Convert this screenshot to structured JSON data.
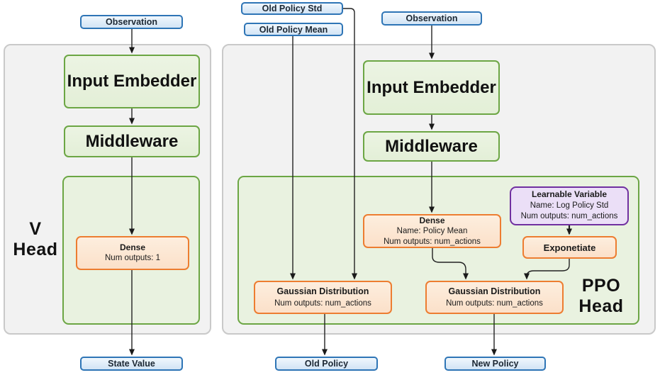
{
  "diagram": {
    "inputs": {
      "observation_left": "Observation",
      "old_policy_std": "Old Policy Std",
      "old_policy_mean": "Old Policy Mean",
      "observation_right": "Observation"
    },
    "outputs": {
      "state_value": "State Value",
      "old_policy": "Old Policy",
      "new_policy": "New Policy"
    },
    "v_head": {
      "label_line1": "V",
      "label_line2": "Head",
      "input_embedder": "Input Embedder",
      "middleware": "Middleware",
      "dense": {
        "title": "Dense",
        "num_outputs": "Num outputs: 1"
      }
    },
    "ppo_head": {
      "label_line1": "PPO",
      "label_line2": "Head",
      "input_embedder": "Input Embedder",
      "middleware": "Middleware",
      "dense": {
        "title": "Dense",
        "name": "Name: Policy Mean",
        "num_outputs": "Num outputs: num_actions"
      },
      "learnable_variable": {
        "title": "Learnable Variable",
        "name": "Name: Log Policy Std",
        "num_outputs": "Num outputs: num_actions"
      },
      "exponetiate": "Exponetiate",
      "gaussian_old": {
        "title": "Gaussian Distribution",
        "num_outputs": "Num outputs: num_actions"
      },
      "gaussian_new": {
        "title": "Gaussian Distribution",
        "num_outputs": "Num outputs: num_actions"
      }
    },
    "colors": {
      "blue_border": "#2E75B6",
      "blue_fill": "#DEEBF7",
      "green_border": "#6CA644",
      "green_fill": "#E9F2E0",
      "orange_border": "#ED7D31",
      "orange_fill": "#FCE6D2",
      "purple_border": "#7030A0",
      "purple_fill": "#EBDFF7",
      "panel_fill": "#F2F2F2",
      "panel_border": "#C9C9C9",
      "wire": "#222222"
    }
  }
}
